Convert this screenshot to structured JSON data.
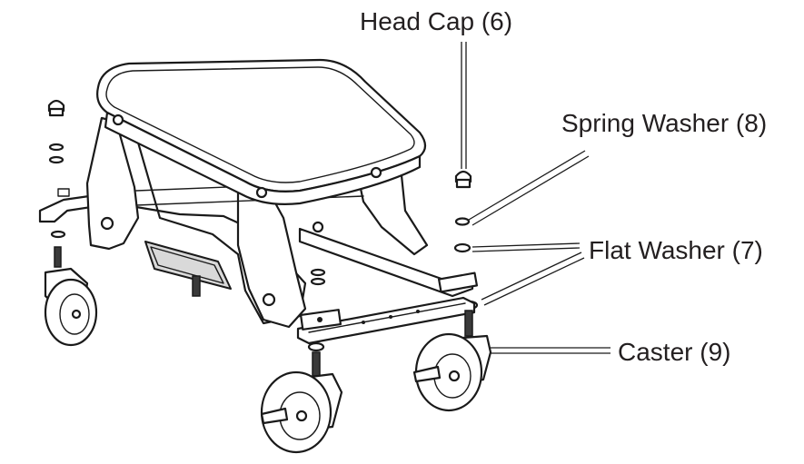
{
  "labels": {
    "head_cap": "Head Cap (6)",
    "spring_washer": "Spring Washer (8)",
    "flat_washer": "Flat Washer (7)",
    "caster": "Caster (9)"
  },
  "colors": {
    "line": "#1a1a1a",
    "text": "#231f20",
    "background": "#ffffff"
  }
}
